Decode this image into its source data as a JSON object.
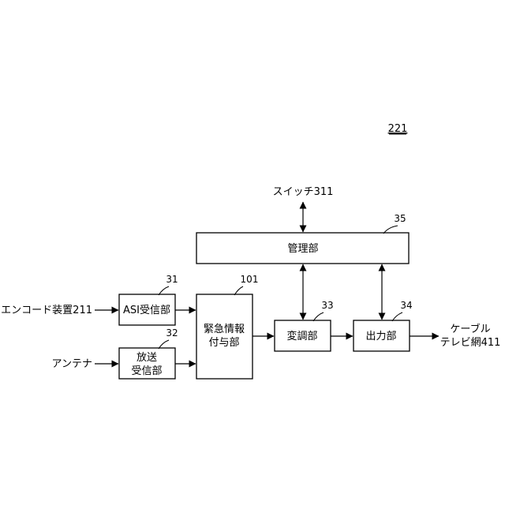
{
  "figure_ref": "221",
  "external": {
    "encoder": "エンコード装置211",
    "antenna": "アンテナ",
    "switch": "スイッチ311",
    "cable_line1": "ケーブル",
    "cable_line2": "テレビ網411"
  },
  "blocks": {
    "asi": {
      "label": "ASI受信部",
      "ref": "31"
    },
    "broadcast": {
      "line1": "放送",
      "line2": "受信部",
      "ref": "32"
    },
    "emergency": {
      "line1": "緊急情報",
      "line2": "付与部",
      "ref": "101"
    },
    "modulation": {
      "label": "変調部",
      "ref": "33"
    },
    "output": {
      "label": "出力部",
      "ref": "34"
    },
    "management": {
      "label": "管理部",
      "ref": "35"
    }
  }
}
